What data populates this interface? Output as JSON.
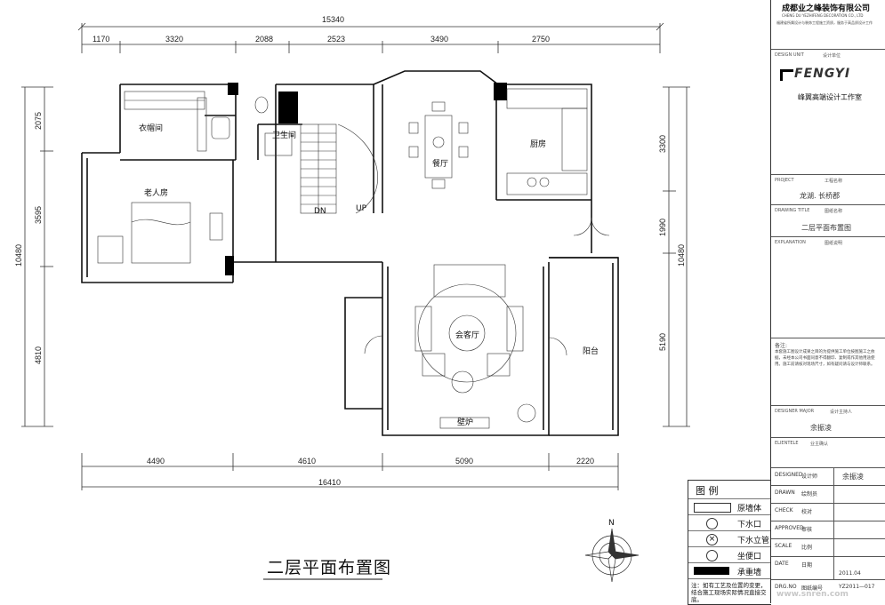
{
  "drawing_title": "二层平面布置图",
  "dimensions": {
    "top_total": "15340",
    "top_segments": [
      "1170",
      "3320",
      "2088",
      "2523",
      "3490",
      "2750"
    ],
    "bottom_total": "16410",
    "bottom_segments": [
      "4490",
      "4610",
      "5090",
      "2220"
    ],
    "left_total": "10480",
    "left_segments": [
      "2075",
      "3595",
      "4810"
    ],
    "right_total": "10480",
    "right_segments": [
      "3300",
      "1990",
      "5190"
    ]
  },
  "rooms": {
    "cloakroom": "衣帽间",
    "elder_room": "老人房",
    "dining": "餐厅",
    "kitchen": "厨房",
    "bathroom": "卫生间",
    "balcony": "阳台",
    "living": "会客厅",
    "fireplace": "壁炉",
    "stair_down": "DN",
    "stair_up": "UP"
  },
  "compass_label": "N",
  "legend": {
    "title": "图  例",
    "items": [
      {
        "symbol": "rect",
        "text": "原墙体"
      },
      {
        "symbol": "circle-line",
        "text": "下水口"
      },
      {
        "symbol": "circle-x",
        "text": "下水立管"
      },
      {
        "symbol": "circle",
        "text": "坐便口"
      },
      {
        "symbol": "black",
        "text": "承重墙"
      }
    ],
    "note": "注：如有工艺及位置的变更，结合施工现场实际情况直接交底。"
  },
  "title_block": {
    "company": "成都业之峰装饰有限公司",
    "company_en": "CHENG DU YEZHIFENG DECORATION CO., LTD",
    "tagline": "福建省所属设计与装饰工程施工资质，服务于高品质设计工作",
    "logo": "FENGYI",
    "studio": "峰翼高端设计工作室",
    "design_unit_label": "DESIGN UNIT",
    "design_unit_cn": "设计单位",
    "project_label": "PROJECT",
    "project_cn": "工程名称",
    "project_value": "龙湖. 长桥郡",
    "drawing_title_label": "DRAWING TITLE",
    "drawing_title_cn": "图纸名称",
    "drawing_title_value": "二层平面布置图",
    "explanation_label": "EXPLANATION",
    "explanation_cn": "图纸说明",
    "notes_label": "备注:",
    "notes": "本套施工图设计成果之目的为提供施工单位按图施工之依据，未经本公司书面同意不得翻印、复制或作其他用途使用。施工前请核对现场尺寸，如有疑问请与设计师联系。",
    "designer_label": "DESIGNER MAJOR",
    "designer_cn": "设计主持人",
    "designer_name": "余振凌",
    "client_label": "ELIENTELE",
    "client_cn": "业主确认",
    "sign_rows": [
      {
        "en": "DESIGNED",
        "cn": "设计师",
        "value": "余振凌"
      },
      {
        "en": "DRAWN",
        "cn": "绘制员",
        "value": ""
      },
      {
        "en": "CHECK",
        "cn": "校对",
        "value": ""
      },
      {
        "en": "APPROVED",
        "cn": "审核",
        "value": ""
      },
      {
        "en": "SCALE",
        "cn": "比例",
        "value": ""
      },
      {
        "en": "DATE",
        "cn": "日期",
        "value": "2011.04"
      },
      {
        "en": "DRG.NO",
        "cn": "图纸编号",
        "value": "YZ2011—017"
      }
    ]
  },
  "watermark": "www.snren.com"
}
